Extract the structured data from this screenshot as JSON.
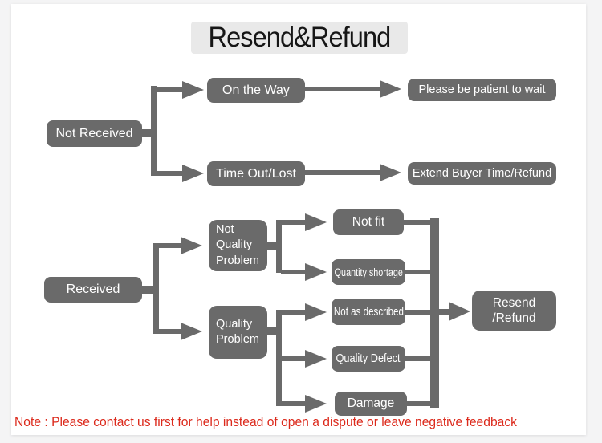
{
  "title": "Resend&Refund",
  "note": "Note : Please contact us first for help instead of open a dispute or leave negative feedback",
  "colors": {
    "node_gray": "#6a6a6a",
    "connector_gray": "#6a6a6a",
    "title_background": "#e9e9e9",
    "note_red": "#dc2a1c",
    "sheet_white": "#ffffff",
    "frame_gray": "#f4f4f5"
  },
  "flow": {
    "nodes": {
      "not_received": "Not Received",
      "on_the_way": "On the Way",
      "time_out_lost": "Time Out/Lost",
      "please_be_patient": "Please be patient to wait",
      "extend_buyer_time": "Extend Buyer Time/Refund",
      "received": "Received",
      "not_quality_problem": "Not Quality Problem",
      "quality_problem": "Quality Problem",
      "not_fit": "Not fit",
      "quantity_shortage": "Quantity shortage",
      "not_as_described": "Not as described",
      "quality_defect": "Quality Defect",
      "damage": "Damage",
      "resend_refund_line1": "Resend",
      "resend_refund_line2": "/Refund"
    },
    "edges": [
      {
        "from": "not_received",
        "to": "on_the_way"
      },
      {
        "from": "not_received",
        "to": "time_out_lost"
      },
      {
        "from": "on_the_way",
        "to": "please_be_patient"
      },
      {
        "from": "time_out_lost",
        "to": "extend_buyer_time"
      },
      {
        "from": "received",
        "to": "not_quality_problem"
      },
      {
        "from": "received",
        "to": "quality_problem"
      },
      {
        "from": "not_quality_problem",
        "to": "not_fit"
      },
      {
        "from": "not_quality_problem",
        "to": "quantity_shortage"
      },
      {
        "from": "quality_problem",
        "to": "not_as_described"
      },
      {
        "from": "quality_problem",
        "to": "quality_defect"
      },
      {
        "from": "quality_problem",
        "to": "damage"
      },
      {
        "from": "not_fit",
        "to": "resend_refund"
      },
      {
        "from": "quantity_shortage",
        "to": "resend_refund"
      },
      {
        "from": "not_as_described",
        "to": "resend_refund"
      },
      {
        "from": "quality_defect",
        "to": "resend_refund"
      },
      {
        "from": "damage",
        "to": "resend_refund"
      }
    ]
  }
}
